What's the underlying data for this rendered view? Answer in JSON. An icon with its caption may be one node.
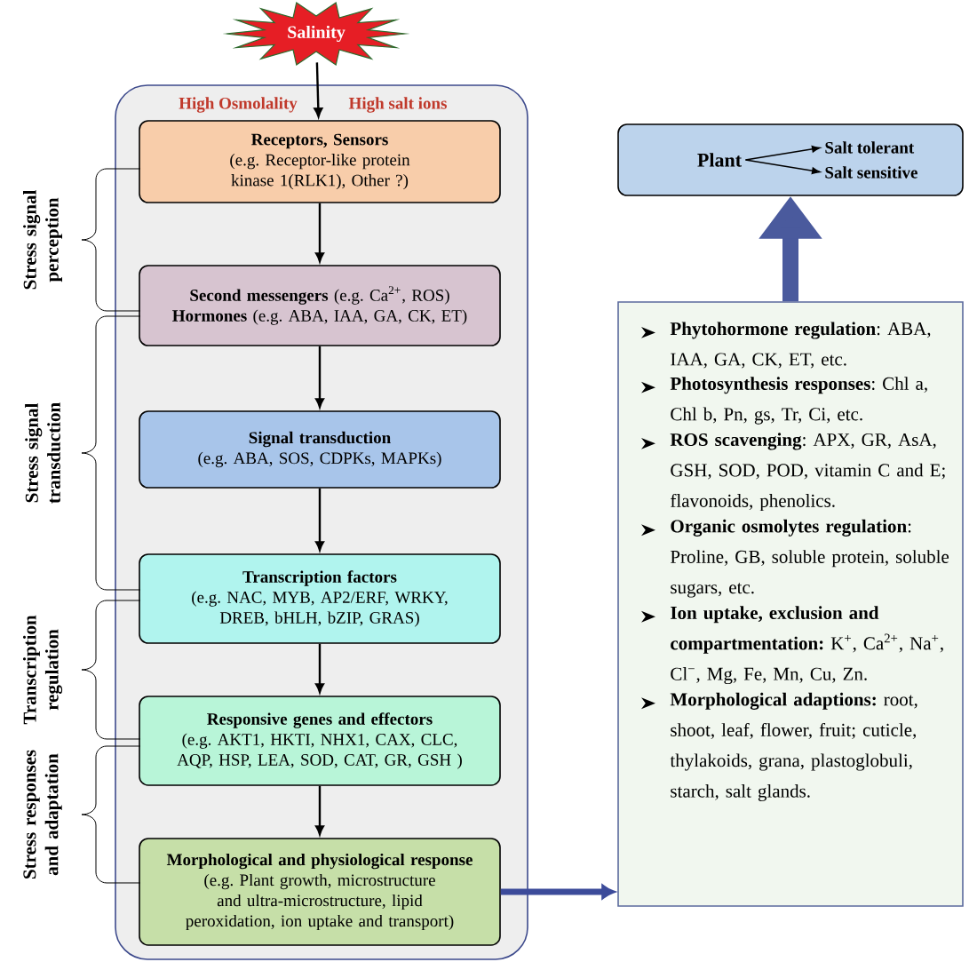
{
  "diagram": {
    "nodes": [
      {
        "text": [
          "Salinity"
        ]
      },
      {
        "text": [
          "High Osmolality",
          "High salt ions"
        ]
      },
      {
        "text": [
          "Receptors, Sensors",
          "(e.g. Receptor-like protein kinase 1(RLK1), Other ?)"
        ],
        "in": 1
      },
      {
        "text": [
          "**Second messengers** (e.g. Ca$^{2+}$, ROS)",
          "**Hormones** (e.g. ABA, IAA, GA, CK, ET)"
        ],
        "in": 1
      },
      {
        "text": [
          "Signal transduction",
          "(e.g. ABA, SOS, CDPKs, MAPKs)"
        ],
        "in": 1
      },
      {
        "text": [
          "Transcription factors",
          "(e.g. NAC, MYB, AP2/ERF, WRKY, DREB, bHLH, bZIP, GRAS)"
        ],
        "in": 1
      },
      {
        "text": [
          "Responsive genes and effectors",
          "(e.g. AKT1, HKTI, NHX1, CAX, CLC, AQP, HSP, LEA, SOD, CAT, GR, GSH )"
        ],
        "in": 1
      },
      {
        "text": [
          "Morphological and physiological response",
          "(e.g. Plant growth, microstructure and ultra-microstructure, lipid peroxidation, ion uptake and transport)"
        ],
        "in": 1
      },
      {
        "text": [],
        "shape": "box"
      },
      {
        "text": [
          "Plant"
        ],
        "in": 8
      },
      {
        "text": [
          "Salt tolerant"
        ],
        "in": 8
      },
      {
        "text": [
          "Salt sensitive"
        ],
        "in": 8
      },
      {
        "text": [
          "**Phytohormone regulation**: ABA, IAA, GA, CK, ET, etc.",
          "**Photosynthesis responses**: Chl a, Chl b, Pn, gs, Tr, Ci, etc.",
          "**ROS scavenging**: APX, GR, AsA, GSH, SOD, POD, vitamin C and E; flavonoids, phenolics.",
          "**Organic osmolytes regulation**: Proline, GB, soluble protein, soluble sugars, etc.",
          "**Ion uptake, exclusion and compartmentation:** K$^{+}$, Ca$^{2+}$, Na$^{+}$, Cl$^{−}$, Mg, Fe, Mn, Cu, Zn.",
          "**Morphological adaptions:** root, shoot, leaf, flower, fruit; cuticle, thylakoids, grana, plastoglobuli, starch, salt glands."
        ]
      }
    ],
    "edges": [
      {
        "from": 0,
        "to": 2,
        "arrow": "to"
      },
      {
        "from": 2,
        "to": 3,
        "arrow": "to"
      },
      {
        "from": 3,
        "to": 4,
        "arrow": "to"
      },
      {
        "from": 4,
        "to": 5,
        "arrow": "to"
      },
      {
        "from": 5,
        "to": 6,
        "arrow": "to"
      },
      {
        "from": 6,
        "to": 7,
        "arrow": "to"
      },
      {
        "from": 7,
        "to": 12,
        "arrow": "to",
        "style": "thick",
        "color": "#3c4b9a"
      },
      {
        "from": 12,
        "to": 8,
        "arrow": "to",
        "style": "thick",
        "color": "#4a5a9d"
      },
      {
        "from": 9,
        "to": 10,
        "arrow": "to"
      },
      {
        "from": 9,
        "to": 11,
        "arrow": "to"
      }
    ],
    "labels": [
      "Stress signal perception",
      "Stress signal transduction",
      "Transcription regulation",
      "Stress responses and adaptation"
    ]
  }
}
